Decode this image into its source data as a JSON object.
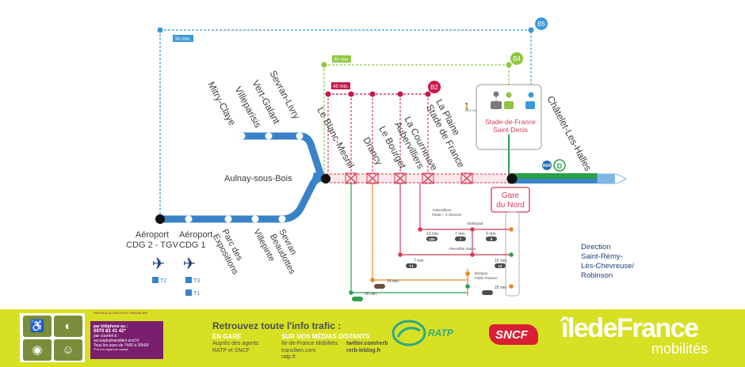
{
  "map": {
    "colors": {
      "rer_b_blue": "#3a82c8",
      "rer_b_light": "#7fb7e4",
      "rer_b_dashed": "#d63b56",
      "rer_d_green": "#2aa04a",
      "bus_b2": "#c8174a",
      "bus_b4": "#8dc63f",
      "bus_b5": "#3a9ad9",
      "bus_red": "#d63b56",
      "bus_orange": "#e8862a",
      "gare_box": "#d63b56"
    },
    "bus_routes": [
      {
        "badge": "B5",
        "duration": "50 min."
      },
      {
        "badge": "B4",
        "duration": "30 min."
      },
      {
        "badge": "B2",
        "duration": "45 min."
      }
    ],
    "stations_branch": [
      {
        "name": "Mitry-Claye"
      },
      {
        "name": "Villeparisis"
      },
      {
        "name": "Vert-Galant"
      },
      {
        "name": "Sevran-Livry"
      }
    ],
    "stations_trunk": [
      {
        "name": "Le Blanc-Mesnil"
      },
      {
        "name": "Drancy"
      },
      {
        "name": "Le Bourget"
      },
      {
        "name": "La Courneuve\nAubervilliers"
      },
      {
        "name": "La Plaine\nStade de France"
      }
    ],
    "stations_cdg": [
      {
        "name": "Aéroport\nCDG 2 - TGV"
      },
      {
        "name": "Aéroport\nCDG 1"
      },
      {
        "name": "Parc des\nExpositions"
      },
      {
        "name": "Villepinte"
      },
      {
        "name": "Sevran\nBeaudottes"
      }
    ],
    "aulnay": "Aulnay-sous-Bois",
    "chatelet": "Châtelet-Les-Halles",
    "stade_de_france": "Stade-de-France\nSaint-Denis",
    "gare_du_nord": "Gare\ndu Nord",
    "direction": "Direction\nSaint-Rémy-\nLès-Chevreuse/\nRobinson",
    "walk_time": "5 min",
    "rer_badge": "RER",
    "rer_line": "D",
    "terminal_labels": [
      "T2",
      "T3",
      "T1"
    ],
    "bus_stops": [
      {
        "name": "Aubervilliers\nPantin - 4 chemins"
      },
      {
        "name": "Stalingrad"
      },
      {
        "name": "Pierrefitte Stains"
      },
      {
        "name": "Bobigny-\nPablo Picasso"
      }
    ],
    "bus_durations": [
      {
        "label": "13 min.",
        "line": "150"
      },
      {
        "label": "7 min.",
        "line": "7"
      },
      {
        "label": "9 min.",
        "line": "5"
      },
      {
        "label": "7 min.",
        "line": "T1"
      },
      {
        "label": "15 min.",
        "line": "13"
      },
      {
        "label": "19 min.",
        "line": "146"
      },
      {
        "label": "25 min.",
        "line": "5"
      },
      {
        "label": "30 min.",
        "line": "600"
      }
    ]
  },
  "footer": {
    "service_title": "SERVICE\nACCÈS PLUS TRANSILIEN",
    "service_box": {
      "line1": "par téléphone au :",
      "phone": "0970 82 41 42*",
      "line3": "par courriel à :",
      "email": "accesplustransilien.sncf.fr",
      "hours": "Tous les jours de 7h00 à 20h00",
      "note": "*Prix d'un appel non surtaxé"
    },
    "heading": "Retrouvez toute l'info trafic :",
    "col1_head": "EN GARE",
    "col1_text": "Auprès des agents\nRATP et SNCF",
    "col2_head": "SUR NOS MÉDIAS DISTANTS",
    "col2_text": "Ile-de-France Mobilités\ntransilien.com\nratp.fr",
    "col3_text": "twitter.com/rerb\nrerb-leblog.fr",
    "ratp": "RATP",
    "sncf": "SNCF",
    "idf_brand": "îledeFrance",
    "idf_sub": "mobilités"
  }
}
